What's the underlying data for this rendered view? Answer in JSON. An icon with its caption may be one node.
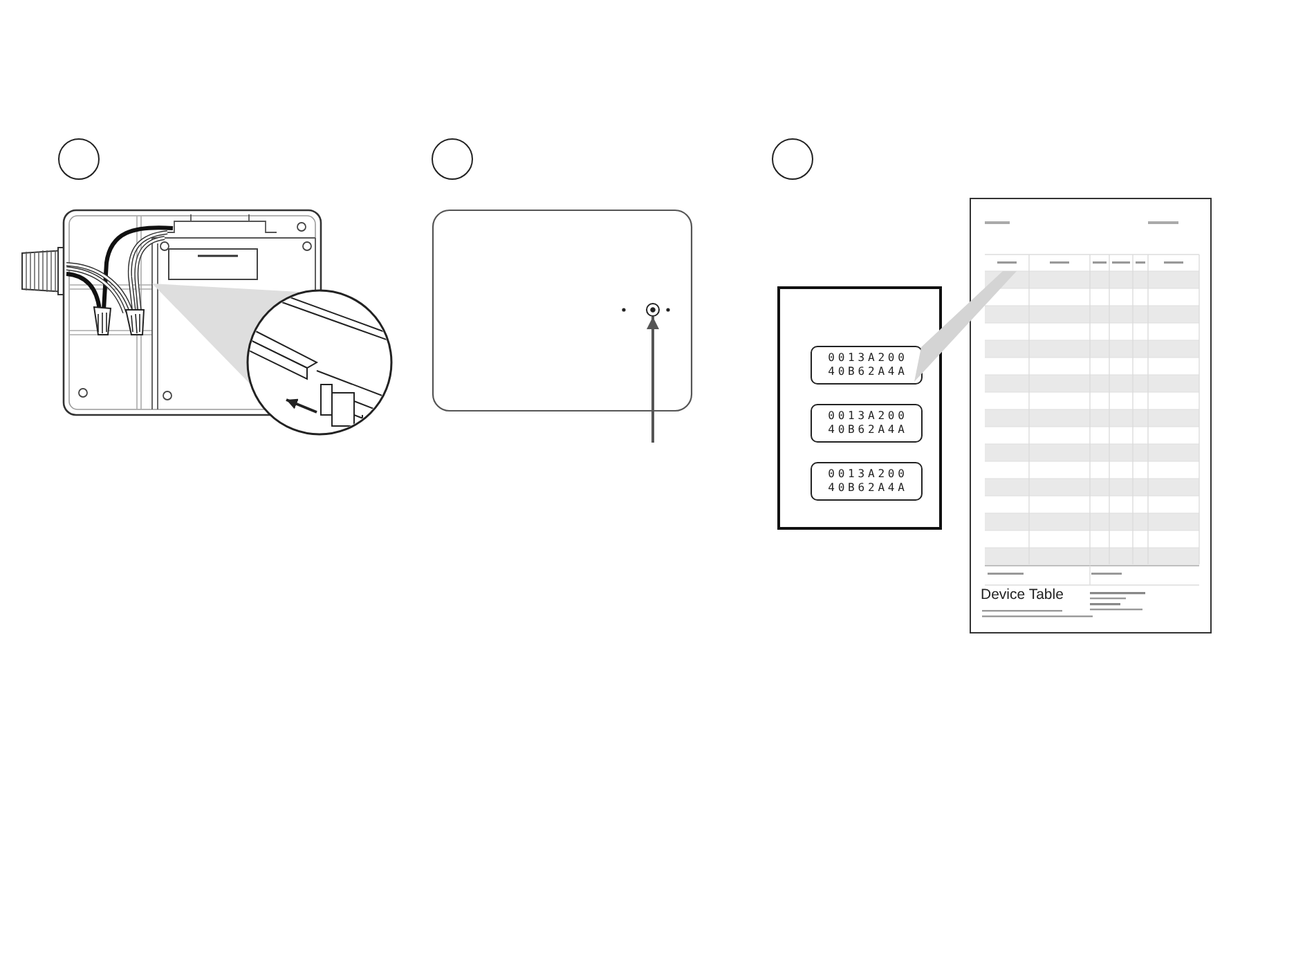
{
  "diagram": {
    "nodes": [
      {
        "text": [],
        "shape": "circle"
      },
      {
        "text": [],
        "shape": "circle"
      },
      {
        "text": [],
        "shape": "circle"
      },
      {
        "text": [],
        "shape": "circle"
      },
      {
        "text": [],
        "shape": "box"
      },
      {
        "text": [
          "0013A200 40B62A4A"
        ],
        "in": 4
      },
      {
        "text": [
          "0013A200 40B62A4A"
        ],
        "in": 4
      },
      {
        "text": [
          "0013A200 40B62A4A"
        ],
        "in": 4
      },
      {
        "text": [
          "Device Table"
        ]
      }
    ],
    "edges": [
      {
        "from": null,
        "to": 2,
        "arrow": "to"
      }
    ]
  }
}
